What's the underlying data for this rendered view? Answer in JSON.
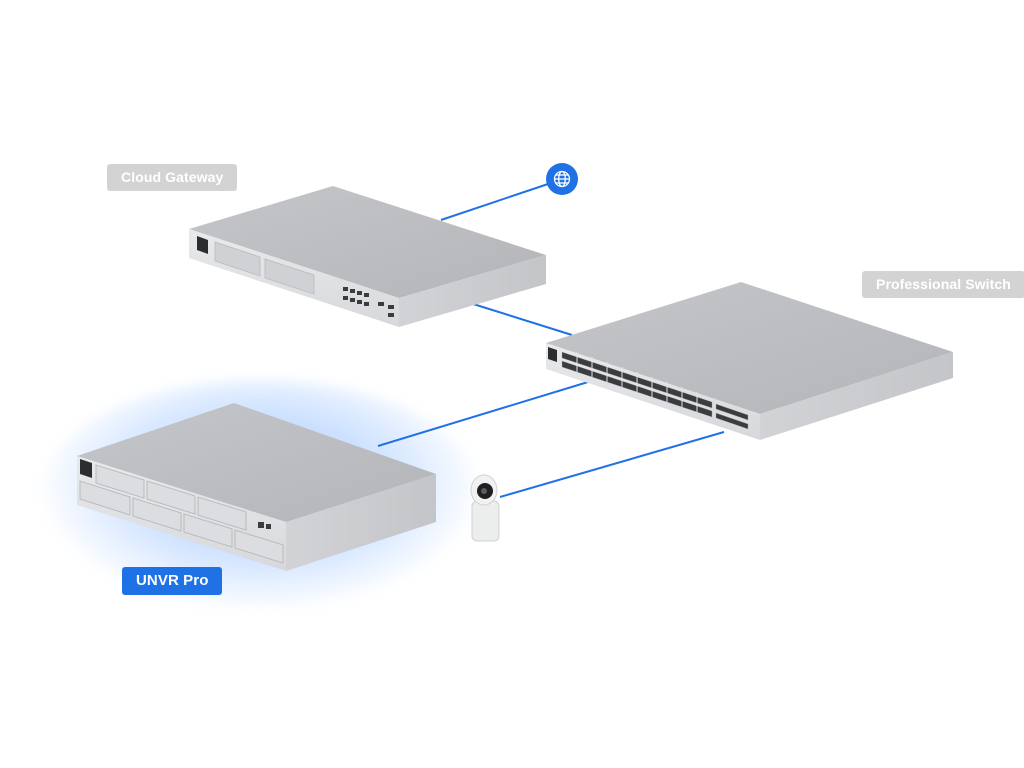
{
  "labels": {
    "cloud_gateway": "Cloud Gateway",
    "professional_switch": "Professional Switch",
    "unvr_pro": "UNVR Pro"
  },
  "icons": {
    "internet": "globe-icon"
  },
  "colors": {
    "link_line": "#1f72e6",
    "highlight_label": "#1f72e6",
    "device_label": "#d3d3d3",
    "glow": "#5096ff",
    "device_body": "#c9cbce"
  },
  "diagram": {
    "nodes": [
      "internet",
      "cloud_gateway",
      "professional_switch",
      "unvr_pro",
      "camera"
    ],
    "links": [
      [
        "internet",
        "cloud_gateway"
      ],
      [
        "cloud_gateway",
        "professional_switch"
      ],
      [
        "professional_switch",
        "unvr_pro"
      ],
      [
        "professional_switch",
        "camera"
      ]
    ],
    "highlighted_node": "unvr_pro"
  }
}
